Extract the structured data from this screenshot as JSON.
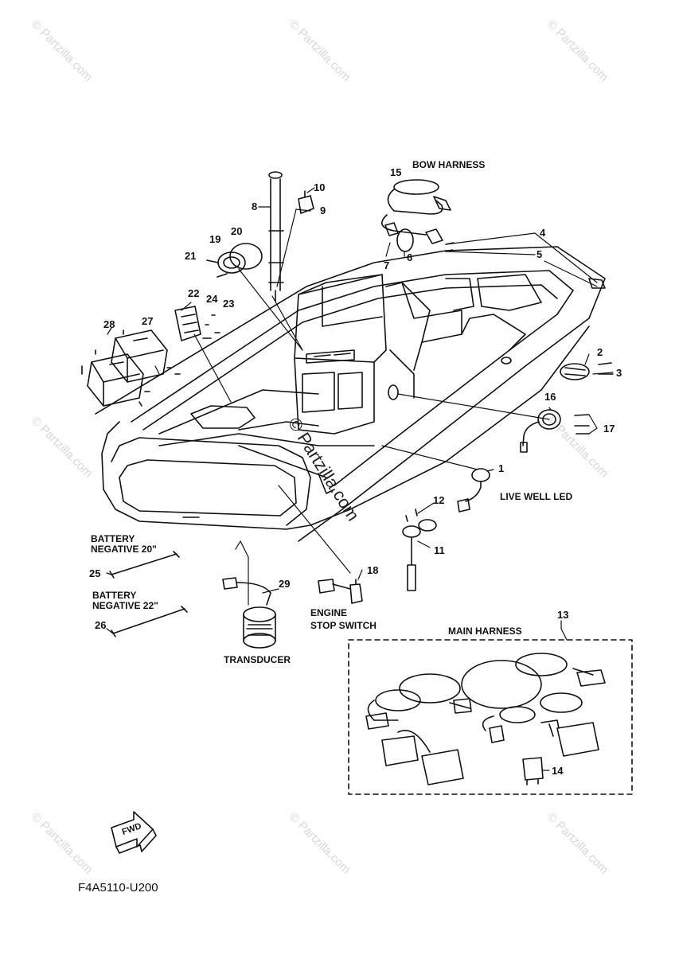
{
  "watermark": "© Partzilla.com",
  "center_watermark": "© Partzilla.com",
  "diagram_code": "F4A5110-U200",
  "fwd_label": "FWD",
  "labels": {
    "bow_harness": "BOW HARNESS",
    "main_harness": "MAIN HARNESS",
    "live_well_led": "LIVE WELL LED",
    "battery_neg_20_line1": "BATTERY",
    "battery_neg_20_line2": "NEGATIVE 20\"",
    "battery_neg_22_line1": "BATTERY",
    "battery_neg_22_line2": "NEGATIVE 22\"",
    "engine_stop_line1": "ENGINE",
    "engine_stop_line2": "STOP SWITCH",
    "transducer": "TRANSDUCER"
  },
  "callouts": {
    "n1": "1",
    "n2": "2",
    "n3": "3",
    "n4": "4",
    "n5": "5",
    "n6": "6",
    "n7": "7",
    "n8": "8",
    "n9": "9",
    "n10": "10",
    "n11": "11",
    "n12": "12",
    "n13": "13",
    "n14": "14",
    "n15": "15",
    "n16": "16",
    "n17": "17",
    "n18": "18",
    "n19": "19",
    "n20": "20",
    "n21": "21",
    "n22": "22",
    "n23": "23",
    "n24": "24",
    "n25": "25",
    "n26": "26",
    "n27": "27",
    "n28": "28",
    "n29": "29"
  }
}
